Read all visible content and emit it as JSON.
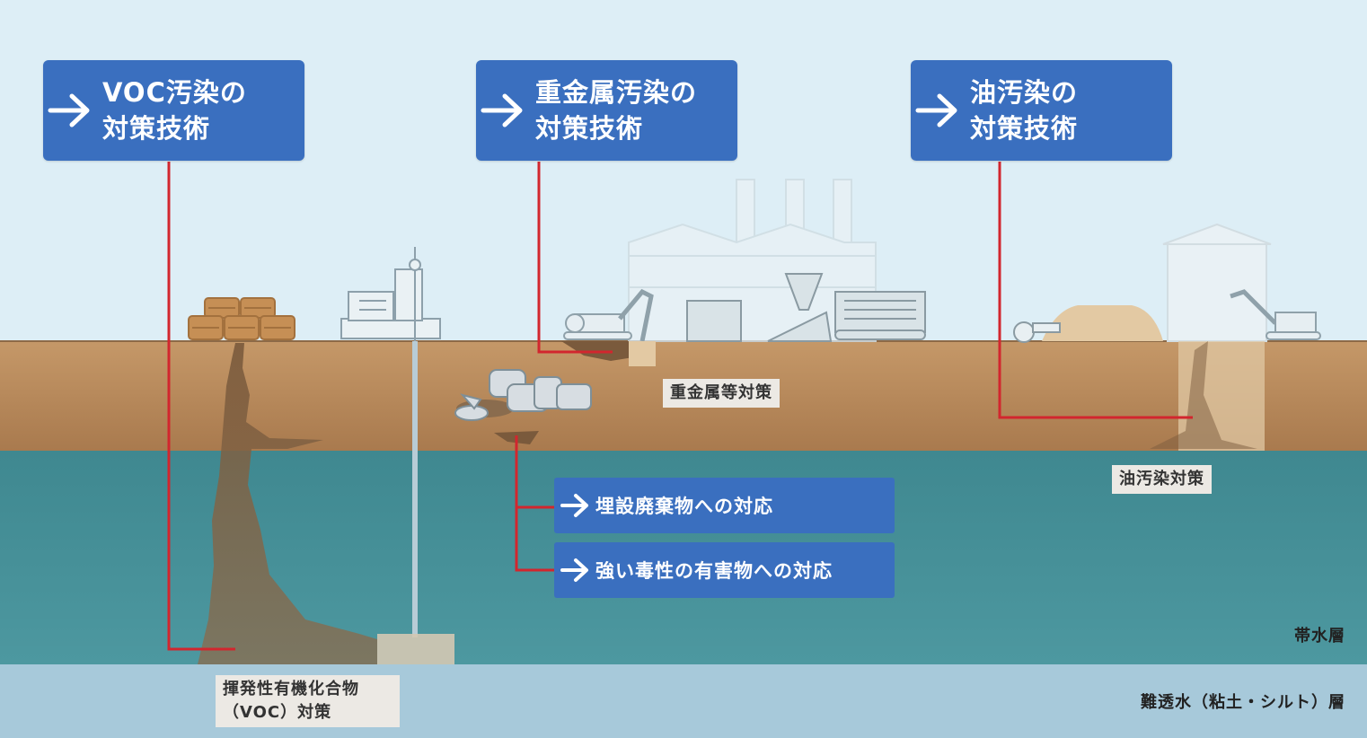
{
  "buttons": {
    "voc": {
      "line1": "VOC汚染の",
      "line2": "対策技術"
    },
    "heavy_metal": {
      "line1": "重金属汚染の",
      "line2": "対策技術"
    },
    "oil": {
      "line1": "油汚染の",
      "line2": "対策技術"
    },
    "buried_waste": "埋設廃棄物への対応",
    "toxic_substance": "強い毒性の有害物への対応"
  },
  "labels": {
    "voc_measure": {
      "line1": "揮発性有機化合物",
      "line2": "（VOC）対策"
    },
    "heavy_metal_measure": "重金属等対策",
    "oil_measure": "油汚染対策",
    "aquifer": "帯水層",
    "aquitard": "難透水（粘土・シルト）層"
  },
  "colors": {
    "sky": "#ddeef6",
    "soil": "#b98a5e",
    "aquifer": "#3f8c91",
    "aquitard": "#9ec4d6",
    "button": "#3a6fbf",
    "leader_line": "#d2262e",
    "plume": "#8a6a4a"
  }
}
